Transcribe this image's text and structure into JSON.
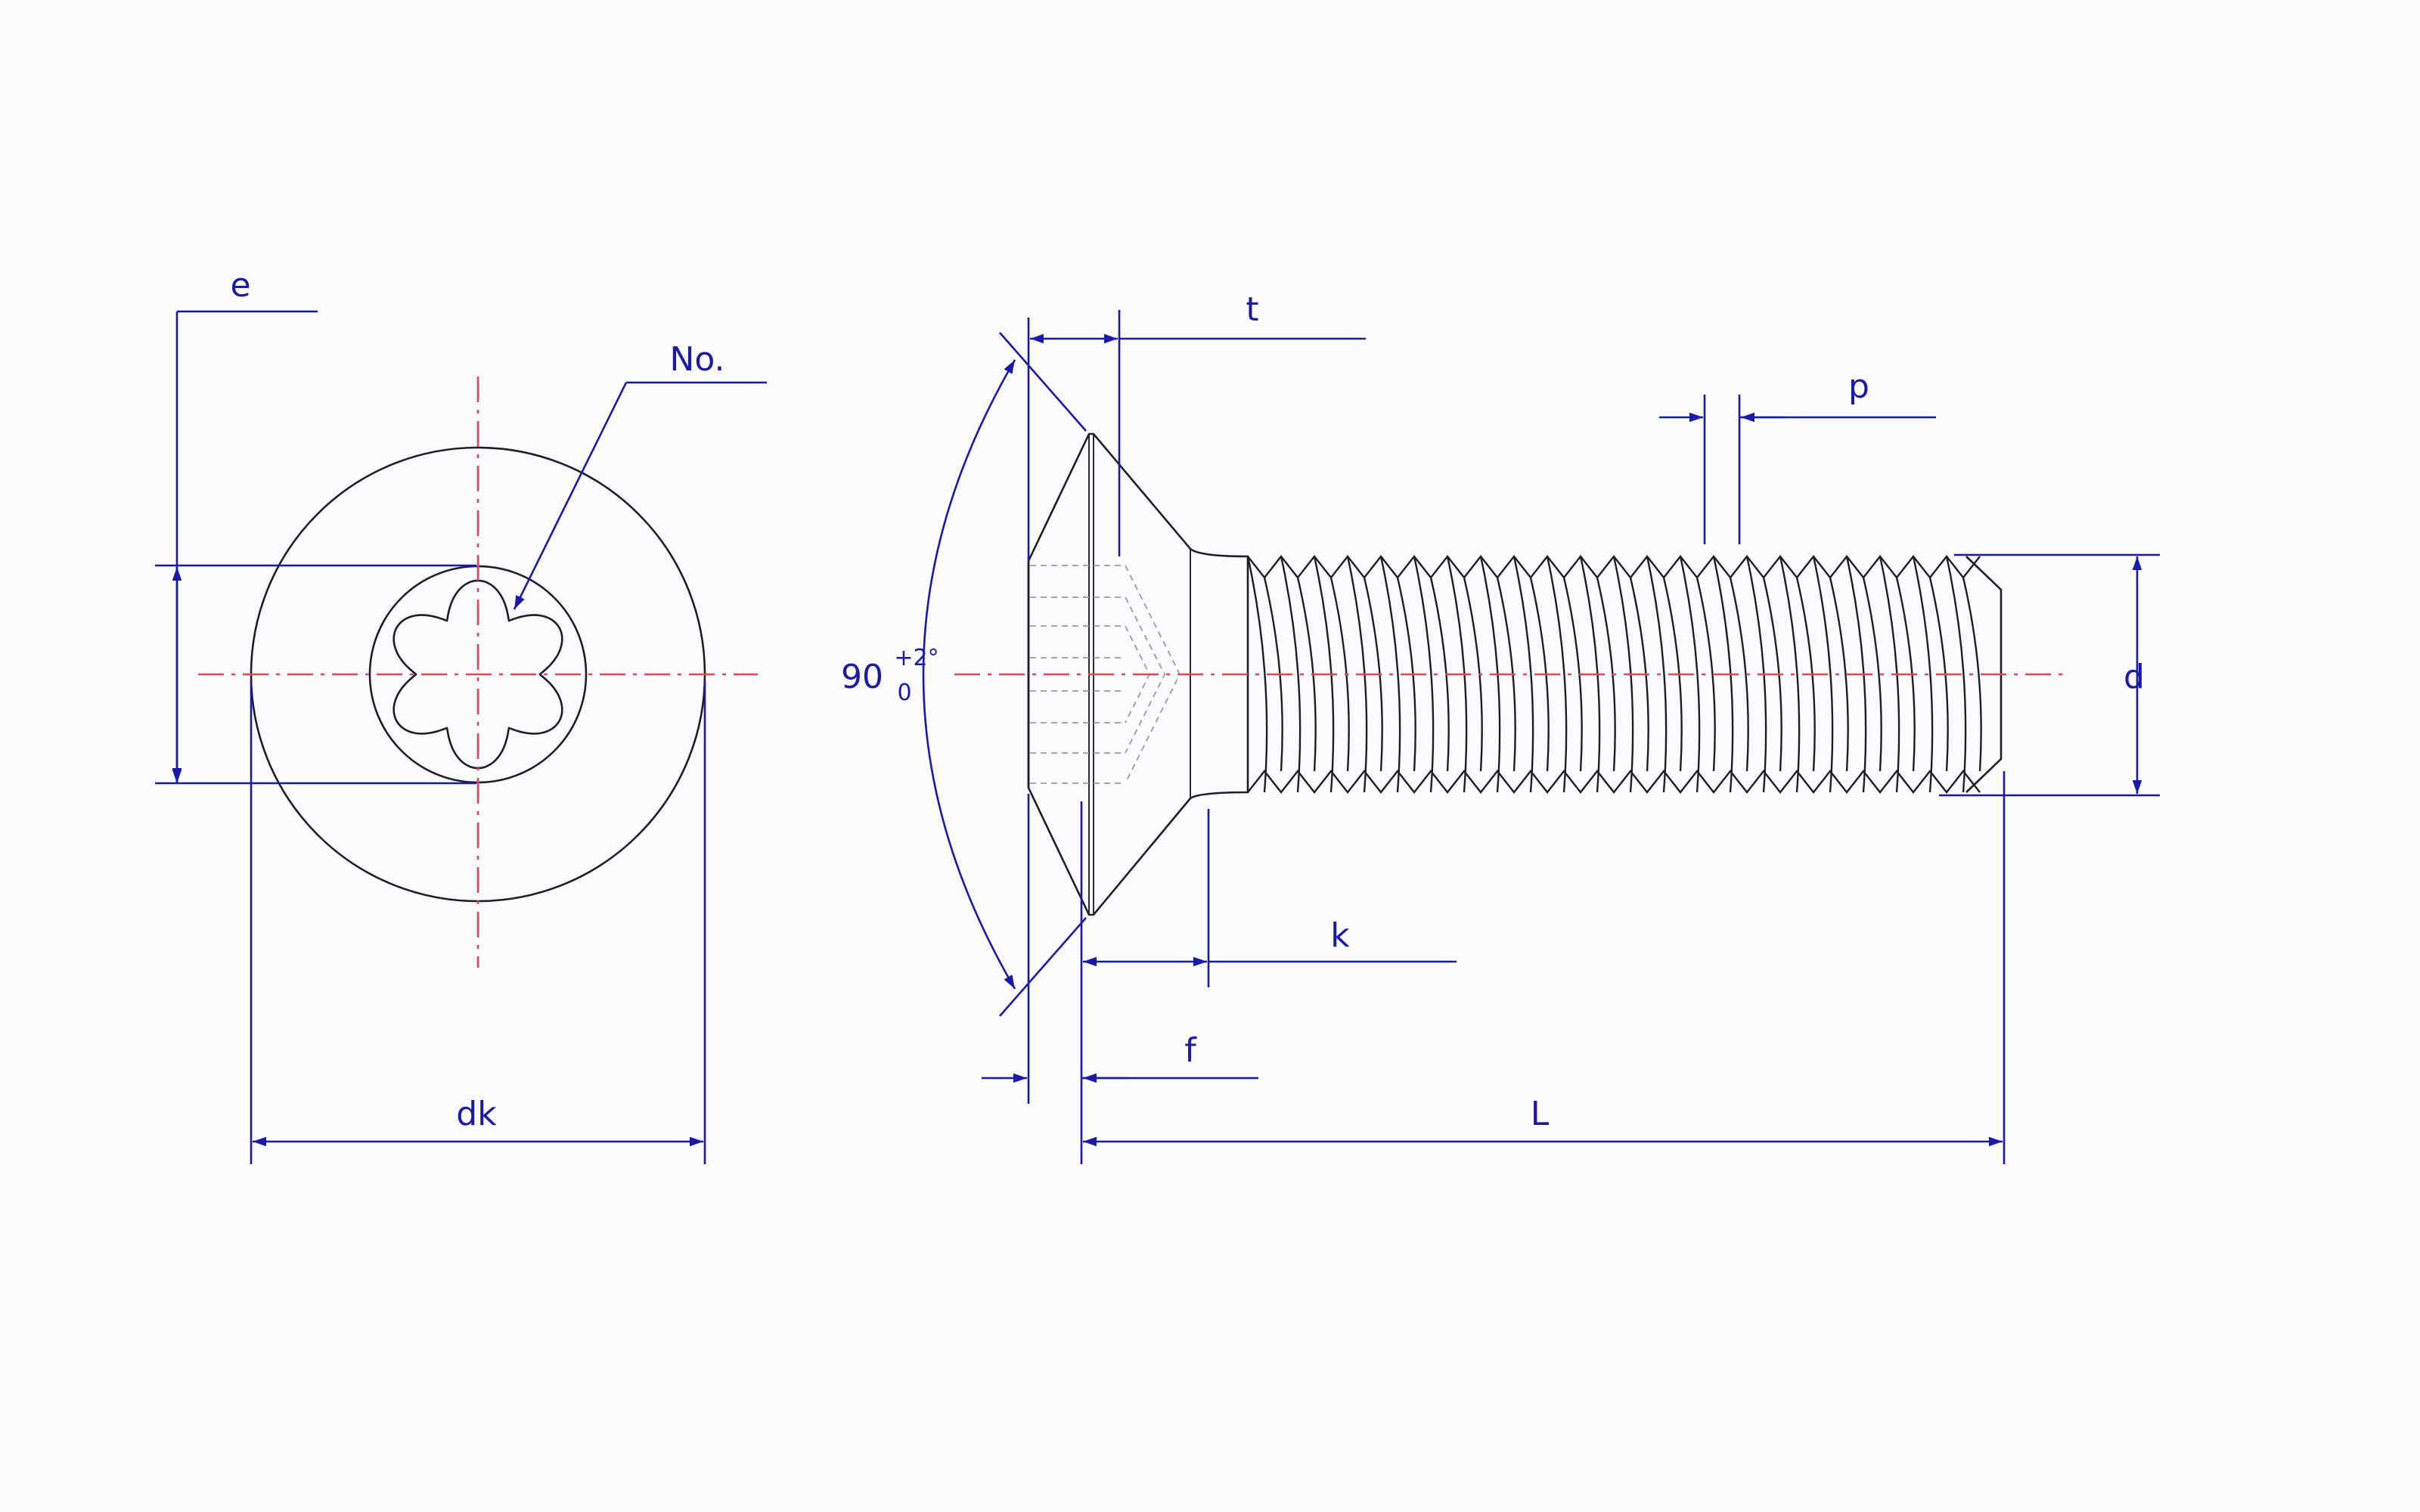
{
  "labels": {
    "e": "e",
    "no": "No.",
    "dk": "dk",
    "t": "t",
    "p": "p",
    "d": "d",
    "k": "k",
    "f": "f",
    "L": "L",
    "angle": "90",
    "angle_tol_upper": "+2°",
    "angle_tol_lower": "0"
  },
  "colors": {
    "outline": "#1e1e28",
    "dimension": "#1a1aa8",
    "centerline": "#e0485a",
    "hidden": "#9a9aa6",
    "background": "#fbfbfd"
  },
  "icons": {
    "drive": "hexalobular-torx-recess"
  }
}
